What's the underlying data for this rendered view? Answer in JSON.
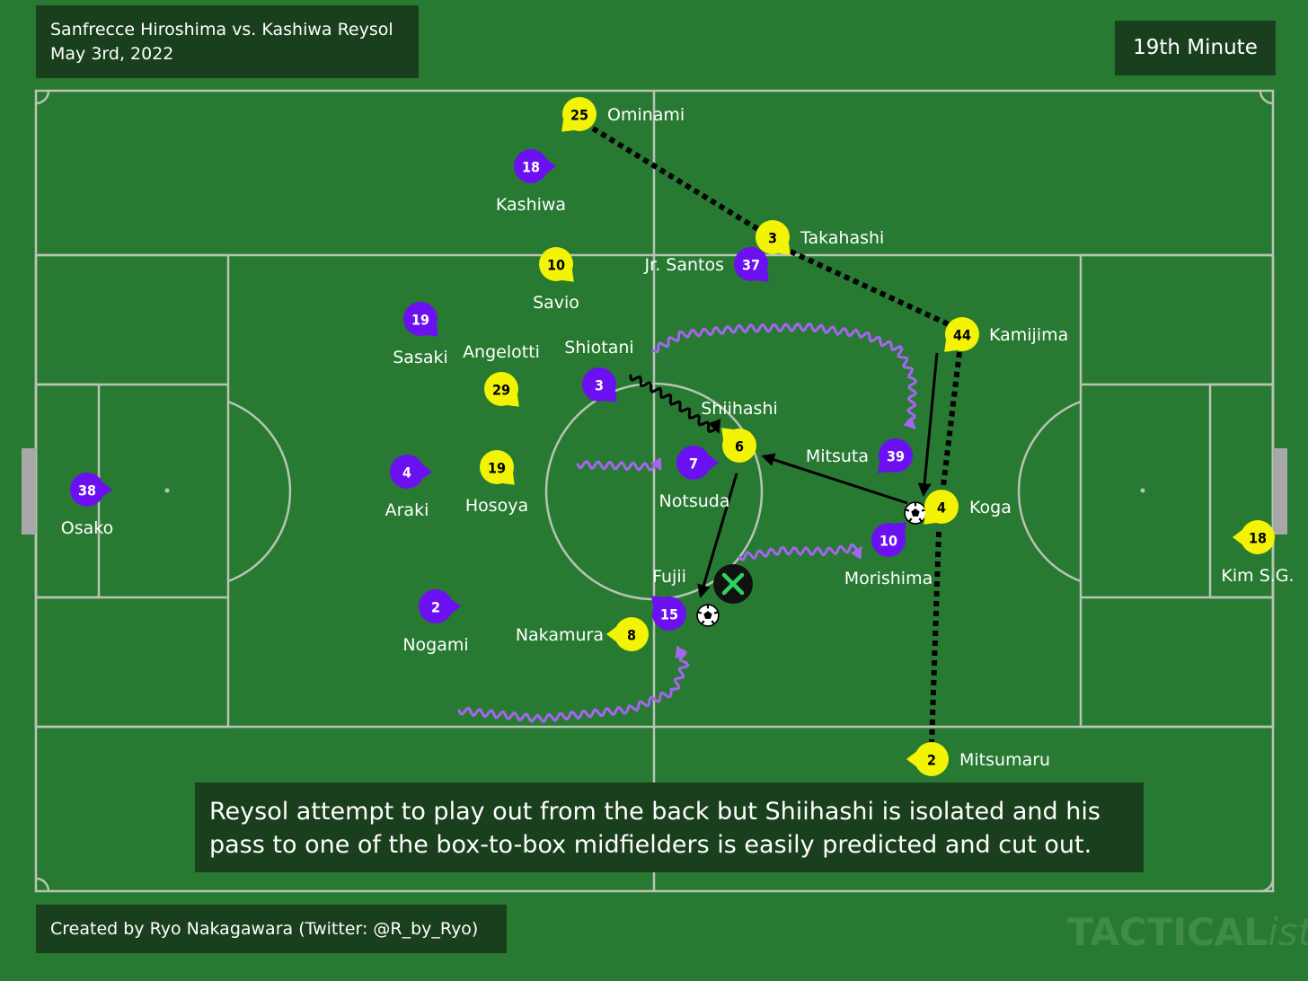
{
  "header": {
    "match_title": "Sanfrecce Hiroshima vs. Kashiwa Reysol",
    "match_date": "May 3rd, 2022",
    "minute": "19th Minute"
  },
  "caption": {
    "line1": "Reysol attempt to play out from the back but Shiihashi is isolated and his",
    "line2": "pass to one of the box-to-box midfielders is easily predicted and cut out."
  },
  "credit": "Created by Ryo Nakagawara (Twitter: @R_by_Ryo)",
  "watermark": {
    "brand": "TACTICAL",
    "suffix": "ista"
  },
  "colors": {
    "pitch": "#287a33",
    "lines": "#b8c4b4",
    "hiroshima": "#6b10f0",
    "kashiwa": "#f3f305",
    "box": "#193f1d",
    "movement": "#a565f0"
  },
  "players": {
    "hiroshima": [
      {
        "id": "osako",
        "number": "38",
        "name": "Osako"
      },
      {
        "id": "kashiwa",
        "number": "18",
        "name": "Kashiwa"
      },
      {
        "id": "sasaki",
        "number": "19",
        "name": "Sasaki"
      },
      {
        "id": "araki",
        "number": "4",
        "name": "Araki"
      },
      {
        "id": "nogami",
        "number": "2",
        "name": "Nogami"
      },
      {
        "id": "shiotani",
        "number": "3",
        "name": "Shiotani"
      },
      {
        "id": "notsuda",
        "number": "7",
        "name": "Notsuda"
      },
      {
        "id": "santos",
        "number": "37",
        "name": "Jr. Santos"
      },
      {
        "id": "mitsuta",
        "number": "39",
        "name": "Mitsuta"
      },
      {
        "id": "morishima",
        "number": "10",
        "name": "Morishima"
      },
      {
        "id": "fujii",
        "number": "15",
        "name": "Fujii"
      }
    ],
    "kashiwa_reysol": [
      {
        "id": "ominami",
        "number": "25",
        "name": "Ominami"
      },
      {
        "id": "savio",
        "number": "10",
        "name": "Savio"
      },
      {
        "id": "takahashi",
        "number": "3",
        "name": "Takahashi"
      },
      {
        "id": "kamijima",
        "number": "44",
        "name": "Kamijima"
      },
      {
        "id": "angelotti",
        "number": "29",
        "name": "Angelotti"
      },
      {
        "id": "hosoya",
        "number": "19",
        "name": "Hosoya"
      },
      {
        "id": "shiihashi",
        "number": "6",
        "name": "Shiihashi"
      },
      {
        "id": "koga",
        "number": "4",
        "name": "Koga"
      },
      {
        "id": "nakamura",
        "number": "8",
        "name": "Nakamura"
      },
      {
        "id": "mitsumaru",
        "number": "2",
        "name": "Mitsumaru"
      },
      {
        "id": "kim",
        "number": "18",
        "name": "Kim S.G."
      }
    ]
  }
}
